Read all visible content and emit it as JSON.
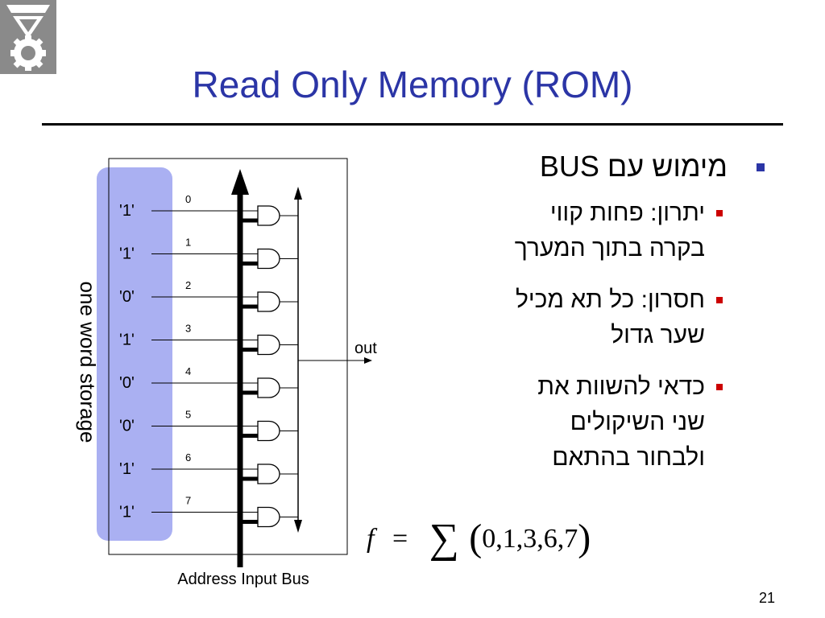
{
  "slide": {
    "title": "Read Only Memory (ROM)",
    "page_number": "21"
  },
  "diagram": {
    "side_label": "one word storage",
    "bus_label": "Address Input Bus",
    "output_label": "out",
    "cells": [
      {
        "address": "0",
        "value": "'1'"
      },
      {
        "address": "1",
        "value": "'1'"
      },
      {
        "address": "2",
        "value": "'0'"
      },
      {
        "address": "3",
        "value": "'1'"
      },
      {
        "address": "4",
        "value": "'0'"
      },
      {
        "address": "5",
        "value": "'0'"
      },
      {
        "address": "6",
        "value": "'1'"
      },
      {
        "address": "7",
        "value": "'1'"
      }
    ],
    "highlight_color": "#aab0f2"
  },
  "bullets": {
    "main": "מימוש עם BUS",
    "items": [
      {
        "line1": "יתרון: פחות קווי",
        "line2": "בקרה בתוך המערך",
        "line3": ""
      },
      {
        "line1": "חסרון: כל תא מכיל",
        "line2": "שער גדול",
        "line3": ""
      },
      {
        "line1": "כדאי להשוות את",
        "line2": "שני השיקולים",
        "line3": "ולבחור בהתאם"
      }
    ]
  },
  "formula": {
    "lhs": "f",
    "equals": "=",
    "operator": "∑",
    "args": "0,1,3,6,7"
  },
  "colors": {
    "title": "#2b35a6",
    "main_bullet": "#2b35a6",
    "sub_bullet": "#cc0000"
  }
}
